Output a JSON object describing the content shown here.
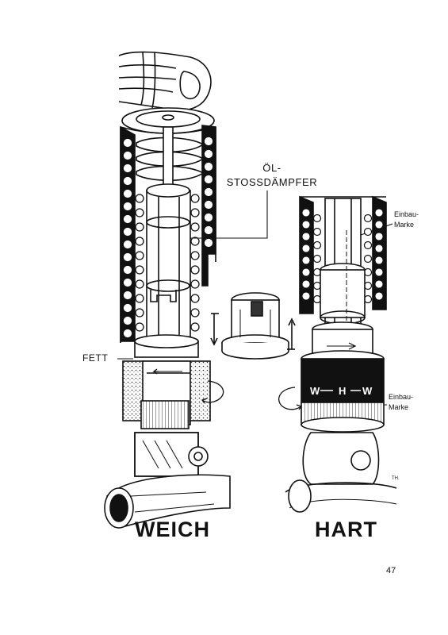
{
  "labels": {
    "oel_line1": "ÖL-",
    "oel_line2": "STOSSDÄMPFER",
    "einbau_top_line1": "Einbau-",
    "einbau_top_line2": "Marke",
    "einbau_bottom_line1": "Einbau-",
    "einbau_bottom_line2": "Marke",
    "fett": "FETT",
    "weich": "WEICH",
    "hart": "HART",
    "setting_w_left": "W",
    "setting_h": "H",
    "setting_w_right": "W",
    "artist_mark": "TH.",
    "page_number": "47"
  }
}
